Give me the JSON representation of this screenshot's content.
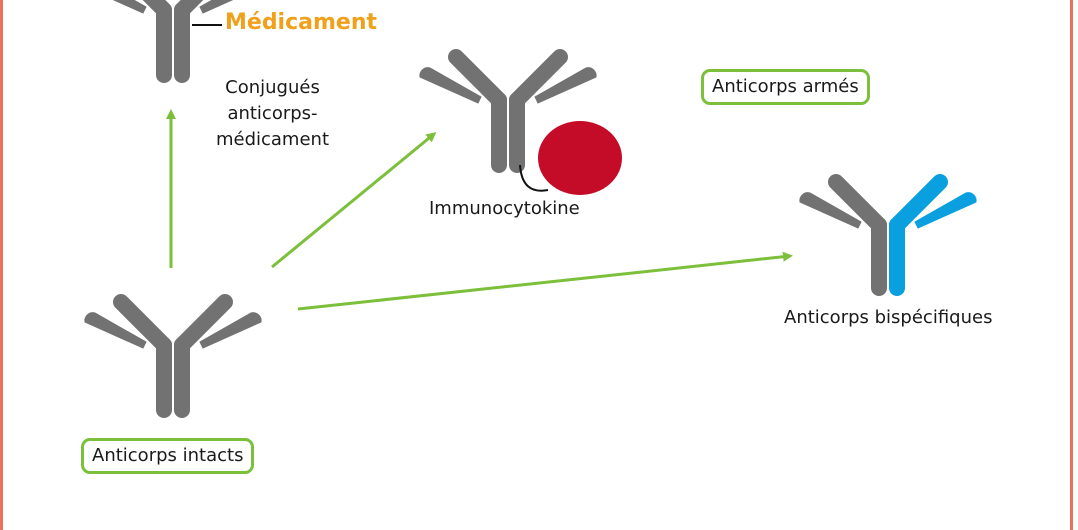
{
  "colors": {
    "antibody": "#727272",
    "bispecific_arm": "#0aa0e0",
    "cytokine": "#c40c28",
    "arrow": "#7bbf3a",
    "drug_label": "#f0a01a",
    "frame": "#e8735d",
    "box_border": "#7bbf3a"
  },
  "labels": {
    "drug": "Médicament",
    "adc_line1": "Conjugués",
    "adc_line2": "anticorps-",
    "adc_line3": "médicament",
    "immunocytokine": "Immunocytokine",
    "armed": "Anticorps armés",
    "bispecific": "Anticorps bispécifiques",
    "intact": "Anticorps intacts"
  }
}
